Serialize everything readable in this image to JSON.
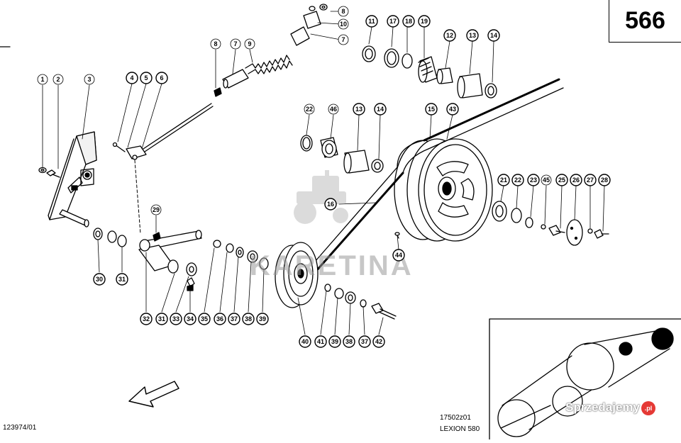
{
  "page_number": "566",
  "drawing_code": "123974/01",
  "part_code": "17502z01",
  "model_name": "LEXION 580",
  "watermark_text": "KARETINA",
  "site_watermark": {
    "text": "Sprzedajemy",
    "badge": ".pl"
  },
  "callouts": [
    "1",
    "2",
    "3",
    "4",
    "5",
    "6",
    "8",
    "7",
    "9",
    "8",
    "10",
    "7",
    "11",
    "17",
    "18",
    "19",
    "12",
    "13",
    "14",
    "22",
    "46",
    "13",
    "14",
    "15",
    "43",
    "29",
    "21",
    "22",
    "23",
    "45",
    "25",
    "26",
    "27",
    "28",
    "16",
    "44",
    "30",
    "31",
    "32",
    "31",
    "33",
    "34",
    "35",
    "36",
    "37",
    "38",
    "39",
    "40",
    "41",
    "39",
    "38",
    "37",
    "42"
  ],
  "colors": {
    "ink": "#000000",
    "callout_fill": "#ffffff",
    "watermark": "#9a9a9a"
  },
  "icons": [
    "tractor-watermark-icon",
    "direction-arrow-icon",
    "belt-routing-inset"
  ]
}
